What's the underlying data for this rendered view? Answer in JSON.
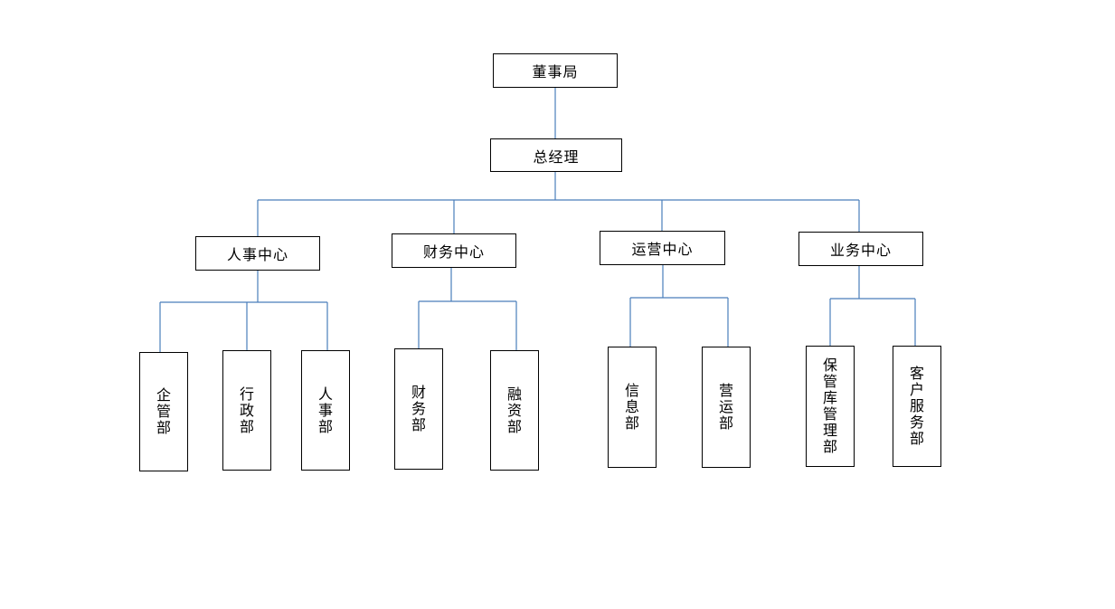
{
  "org": {
    "board": "董事局",
    "gm": "总经理",
    "centers": [
      {
        "name": "人事中心",
        "departments": [
          "企管部",
          "行政部",
          "人事部"
        ]
      },
      {
        "name": "财务中心",
        "departments": [
          "财务部",
          "融资部"
        ]
      },
      {
        "name": "运营中心",
        "departments": [
          "信息部",
          "营运部"
        ]
      },
      {
        "name": "业务中心",
        "departments": [
          "保管库管理部",
          "客户服务部"
        ]
      }
    ]
  },
  "colors": {
    "connector": "#4a7ebb",
    "box_border": "#000000",
    "text": "#000000"
  }
}
